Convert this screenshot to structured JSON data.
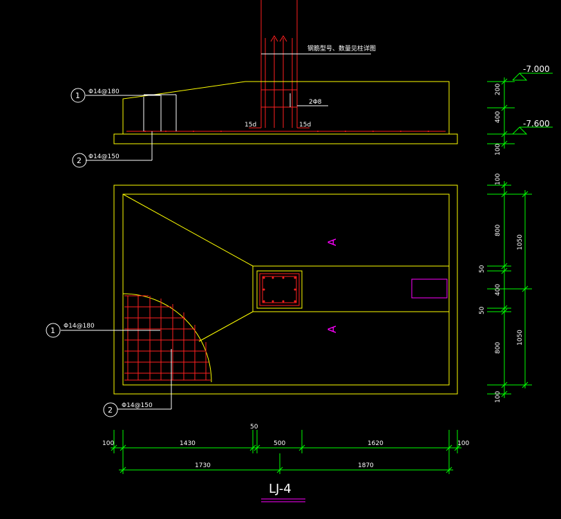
{
  "colors": {
    "background": "#000000",
    "outline": "#ffff00",
    "rebar": "#ff2020",
    "dimension": "#00ff00",
    "text": "#ffffff",
    "section_mark": "#ff00ff",
    "column": "#ff2020"
  },
  "section": {
    "column_note": "钢筋型号、数量见柱详图",
    "rebar1_label": "Φ14@180",
    "rebar2_label": "Φ14@150",
    "rebar_tie_label": "2Φ8",
    "anchor_left": "15d",
    "anchor_right": "15d",
    "marker1": "1",
    "marker2": "2",
    "elev_top": "-7.000",
    "elev_bottom": "-7.600",
    "dim_200": "200",
    "dim_400": "400",
    "dim_100": "100"
  },
  "plan": {
    "rebar1_label": "Φ14@180",
    "rebar2_label": "Φ14@150",
    "marker1": "1",
    "marker2": "2",
    "section_mark_top": "A",
    "section_mark_bottom": "A",
    "right_dims": {
      "d100_top": "100",
      "d800_top": "800",
      "d50_top": "50",
      "d400": "400",
      "d50_bottom": "50",
      "d800_bottom": "800",
      "d100_bottom": "100",
      "d1050_top": "1050",
      "d1050_bottom": "1050"
    },
    "bottom_dims": {
      "d100_left": "100",
      "d1430": "1430",
      "d50": "50",
      "d500": "500",
      "d1620": "1620",
      "d100_right": "100",
      "d1730": "1730",
      "d1870": "1870"
    }
  },
  "title": "LJ-4"
}
